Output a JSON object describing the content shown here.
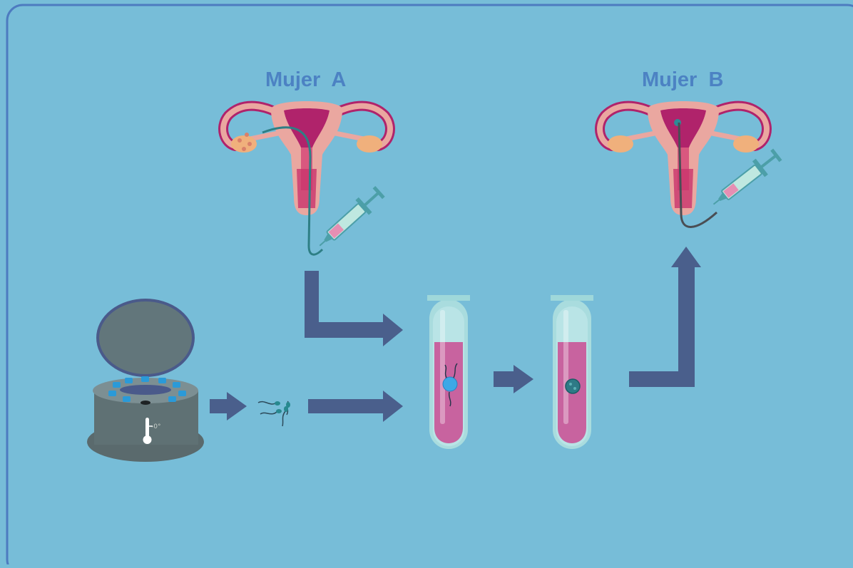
{
  "labels": {
    "woman_a": "Mujer  A",
    "woman_b": "Mujer  B",
    "thermometer": "-0°"
  },
  "colors": {
    "background": "#77bdd8",
    "frame": "#4d7bc0",
    "label_text": "#4c82c3",
    "arrow": "#4a5f8c",
    "uterus_pink": "#eaa7a0",
    "uterus_magenta": "#b0236b",
    "ovary": "#f0b07c",
    "tube_liquid": "#c8639f",
    "tube_glass": "#a9dcde",
    "tank_gray": "#5a6a6d",
    "cap_blue": "#2a9ad8"
  },
  "icons": [
    "uterus-icon",
    "syringe-icon",
    "cryo-tank-icon",
    "sperm-icon",
    "test-tube-icon",
    "egg-icon",
    "embryo-icon",
    "thermometer-icon",
    "arrow-icon"
  ]
}
